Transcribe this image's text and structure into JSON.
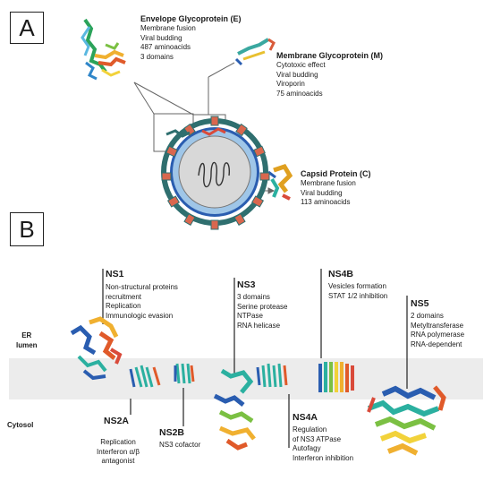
{
  "panel_a": {
    "letter": "A",
    "envelope": {
      "title": "Envelope Glycoprotein (E)",
      "lines": [
        "Membrane fusion",
        "Viral budding",
        "487 aminoacids",
        "3 domains"
      ]
    },
    "membrane": {
      "title": "Membrane Glycoprotein (M)",
      "lines": [
        "Cytotoxic effect",
        "Viral budding",
        "Viroporin",
        "75 aminoacids"
      ]
    },
    "capsid": {
      "title": "Capsid Protein (C)",
      "lines": [
        "Membrane fusion",
        "Viral budding",
        "113 aminoacids"
      ]
    }
  },
  "panel_b": {
    "letter": "B",
    "er_lumen": "ER\nlumen",
    "cytosol": "Cytosol",
    "ns1": {
      "title": "NS1",
      "lines": [
        "Non-structural proteins",
        "recruitment",
        "Replication",
        "Immunologic evasion"
      ]
    },
    "ns2a": {
      "title": "NS2A",
      "lines": [
        "Replication",
        "Interferon α/β",
        "antagonist"
      ]
    },
    "ns2b": {
      "title": "NS2B",
      "lines": [
        "NS3 cofactor"
      ]
    },
    "ns3": {
      "title": "NS3",
      "lines": [
        "3 domains",
        "Serine protease",
        "NTPase",
        "RNA helicase"
      ]
    },
    "ns4a": {
      "title": "NS4A",
      "lines": [
        "Regulation",
        "of NS3 ATPase",
        "Autofagy",
        "Interferon inhibition"
      ]
    },
    "ns4b": {
      "title": "NS4B",
      "lines": [
        "Vesicles formation",
        "STAT 1/2 inhibition"
      ]
    },
    "ns5": {
      "title": "NS5",
      "lines": [
        "2 domains",
        "Metyltransferase",
        "RNA polymerase",
        "RNA-dependent"
      ]
    }
  },
  "colors": {
    "membrane_band": "#ececec",
    "virus_teal": "#2f6f6f",
    "virus_red": "#d9674e",
    "virus_blue": "#2a5db0"
  }
}
